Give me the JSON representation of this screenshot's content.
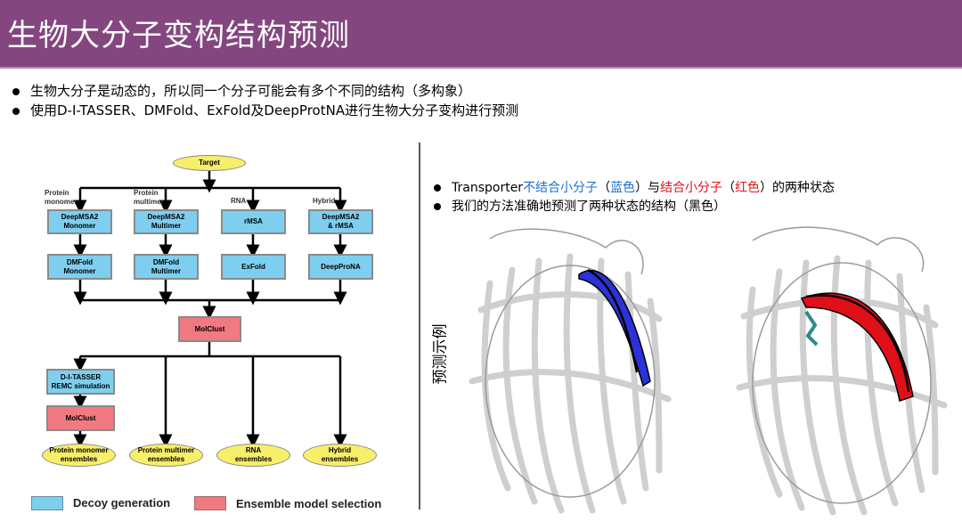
{
  "title": "生物大分子变构结构预测",
  "bullets": [
    "生物大分子是动态的，所以同一个分子可能会有多个不同的结构（多构象）",
    "使用D-I-TASSER、DMFold、ExFold及DeepProtNA进行生物大分子变构进行预测"
  ],
  "flowchart": {
    "target": "Target",
    "branch_labels": [
      "Protein\nmonomer",
      "Protein\nmultimer",
      "RNA",
      "Hybrid"
    ],
    "msa": [
      "DeepMSA2\nMonomer",
      "DeepMSA2\nMultimer",
      "rMSA",
      "DeepMSA2\n& rMSA"
    ],
    "fold": [
      "DMFold\nMonomer",
      "DMFold\nMultimer",
      "ExFold",
      "DeepProNA"
    ],
    "molclust": "MolClust",
    "ditasser": "D-I-TASSER\nREMC simulation",
    "molclust2": "MolClust",
    "ensembles": [
      "Protein monomer\nensembles",
      "Protein multimer\nensembles",
      "RNA\nensembles",
      "Hybrid\nensembles"
    ],
    "legend": [
      {
        "label": "Decoy generation",
        "color": "#7ecfef"
      },
      {
        "label": "Ensemble model selection",
        "color": "#f07a80"
      }
    ]
  },
  "example_label": "预测示例",
  "right": {
    "b1": {
      "pre": "Transporter",
      "blue": "不结合小分子",
      "mid1": "（",
      "blue2": "蓝色",
      "mid2": "）与",
      "red": "结合小分子",
      "mid3": "（",
      "red2": "红色",
      "post": "）的两种状态"
    },
    "b2": "我们的方法准确地预测了两种状态的结构（黑色）"
  }
}
